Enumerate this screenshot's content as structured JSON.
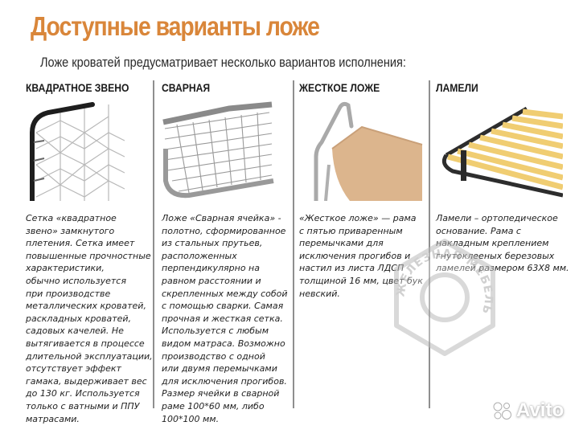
{
  "header": {
    "title": "Доступные варианты ложе",
    "subtitle": "Ложе кроватей предусматривает несколько вариантов исполнения:"
  },
  "colors": {
    "title": "#d9863a",
    "divider": "#8f8f8f",
    "text": "#222222"
  },
  "columns": [
    {
      "heading": "КВАДРАТНОЕ ЗВЕНО",
      "image": "square-link-mesh-image",
      "lines": [
        "Сетка «квадратное",
        "звено» замкнутого",
        "плетения. Сетка имеет",
        "повышенные прочностные",
        "характеристики,",
        "обычно используется",
        "при производстве",
        "металлических кроватей,",
        "раскладных кроватей,",
        "садовых качелей. Не",
        "вытягивается в процессе",
        "длительной эксплуатации,",
        "отсутствует эффект",
        "гамака, выдерживает вес",
        "до 130 кг. Используется",
        "только с ватными и ППУ",
        "матрасами."
      ]
    },
    {
      "heading": "СВАРНАЯ",
      "image": "welded-mesh-image",
      "lines": [
        "Ложе «Сварная ячейка» -",
        "полотно, сформированное",
        "из стальных прутьев,",
        "расположенных",
        "перпендикулярно на",
        "равном расстоянии и",
        "скрепленных между собой",
        "с помощью сварки. Самая",
        "прочная и жесткая сетка.",
        "Используется с любым",
        "видом матраса. Возможно",
        "производство с одной",
        "или двумя перемычками",
        "для исключения прогибов.",
        "Размер ячейки в сварной",
        "раме  100*60 мм, либо",
        "100*100 мм."
      ]
    },
    {
      "heading": "ЖЕСТКОЕ ЛОЖЕ",
      "image": "rigid-board-image",
      "lines": [
        "«Жесткое ложе» — рама",
        "с пятью приваренным",
        "перемычками для",
        "исключения прогибов и",
        "настил из листа ЛДСП",
        "толщиной 16 мм, цвет бук",
        "невский."
      ]
    },
    {
      "heading": "ЛАМЕЛИ",
      "image": "slats-frame-image",
      "lines": [
        "Ламели – ортопедическое",
        "основание. Рама с",
        "накладным креплением",
        "гнутоклееных березовых",
        "ламелей размером 63Х8 мм."
      ]
    }
  ],
  "watermark": {
    "stamp_text": "ЖЕЛЕЗНАЯ МЕБЕЛЬ",
    "brand": "Avito"
  }
}
